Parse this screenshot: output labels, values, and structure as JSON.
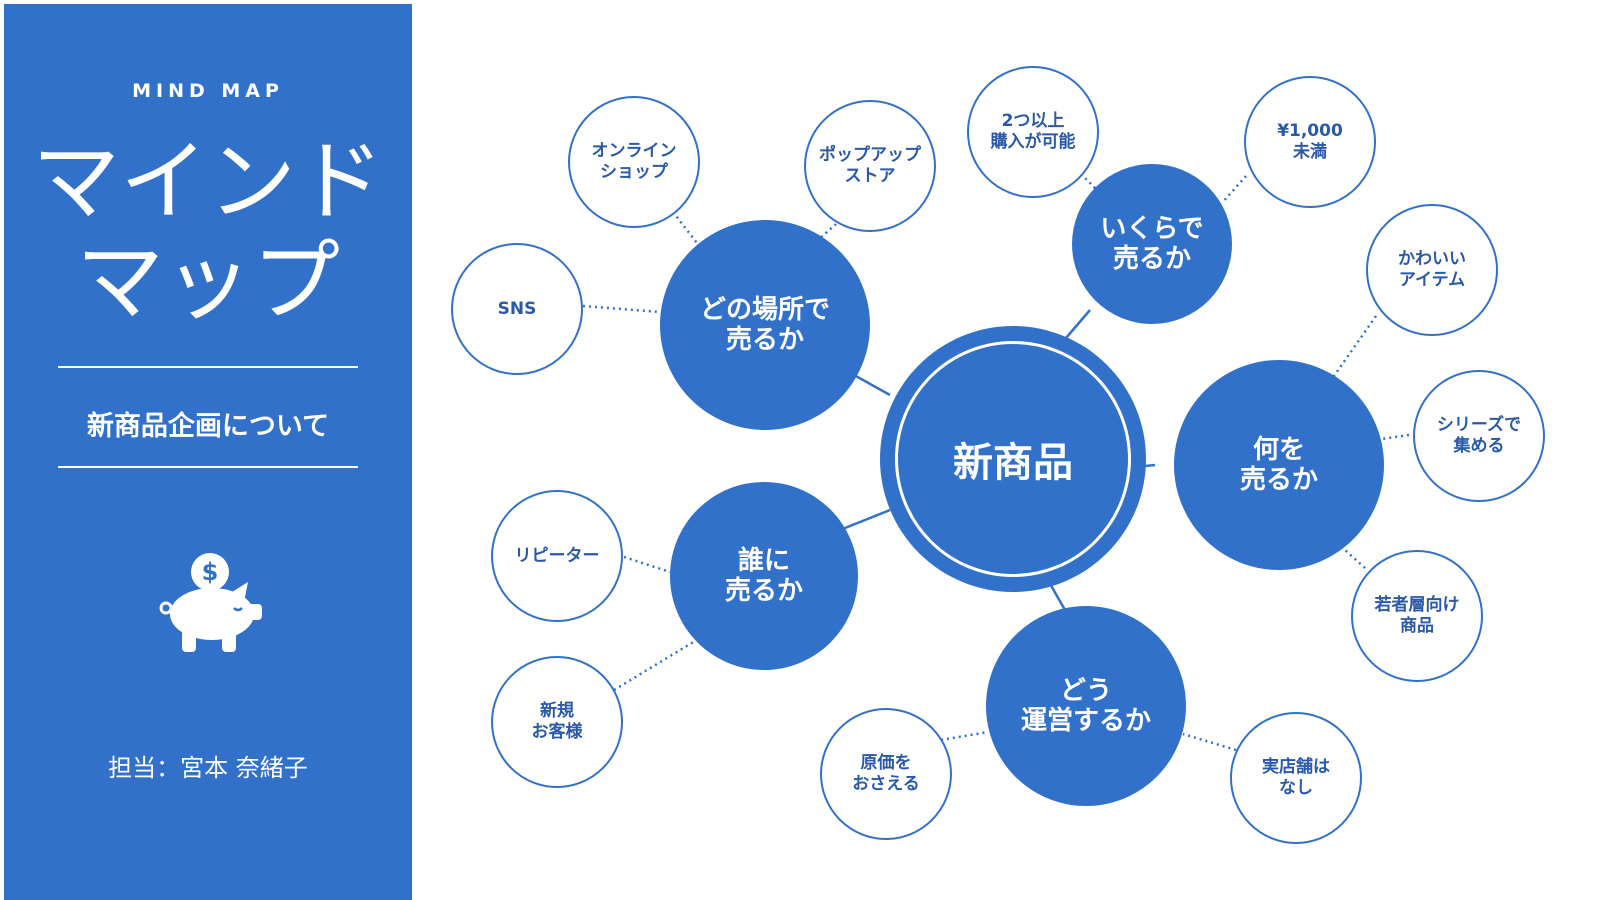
{
  "sidebar": {
    "subtitle": "MIND MAP",
    "title": "マインド\nマップ",
    "subject": "新商品企画について",
    "owner": "担当：宮本 奈緒子"
  },
  "center": "新商品",
  "branches": [
    {
      "label": "どの場所で\n売るか",
      "leaves": [
        "SNS",
        "オンライン\nショップ",
        "ポップアップ\nストア"
      ]
    },
    {
      "label": "いくらで\n売るか",
      "leaves": [
        "2つ以上\n購入が可能",
        "¥1,000\n未満"
      ]
    },
    {
      "label": "何を\n売るか",
      "leaves": [
        "かわいい\nアイテム",
        "シリーズで\n集める",
        "若者層向け\n商品"
      ]
    },
    {
      "label": "どう\n運営するか",
      "leaves": [
        "原価を\nおさえる",
        "実店舗は\nなし"
      ]
    },
    {
      "label": "誰に\n売るか",
      "leaves": [
        "リピーター",
        "新規\nお客様"
      ]
    }
  ],
  "colors": {
    "primary": "#3271c9",
    "leaf_text": "#2a59a8",
    "background": "#ffffff"
  },
  "icons": {
    "sidebar_icon": "piggy-bank-dollar-icon"
  }
}
